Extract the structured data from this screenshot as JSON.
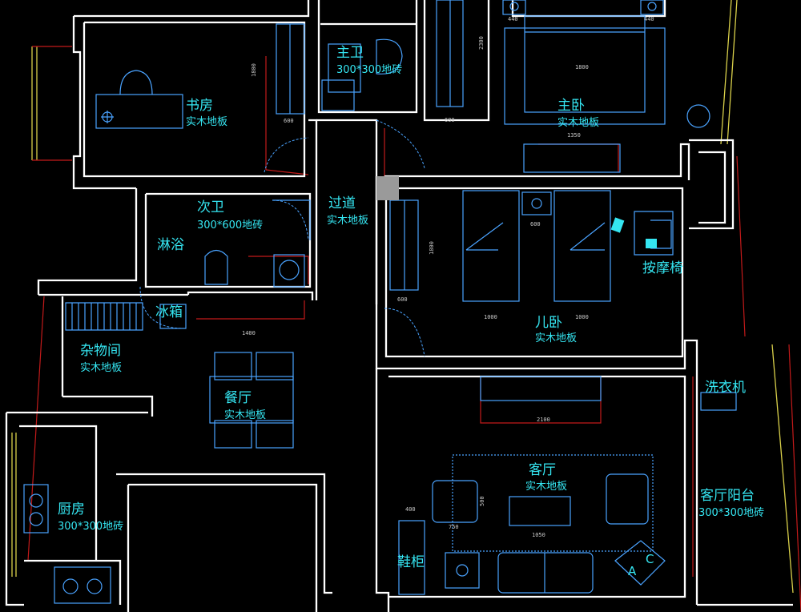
{
  "rooms": {
    "study": {
      "name": "书房",
      "floor": "实木地板"
    },
    "master_bath": {
      "name": "主卫",
      "floor": "300*300地砖"
    },
    "master_bedroom": {
      "name": "主卧",
      "floor": "实木地板"
    },
    "corridor": {
      "name": "过道",
      "floor": "实木地板"
    },
    "second_bath": {
      "name": "次卫",
      "floor": "300*600地砖",
      "shower": "淋浴"
    },
    "fridge": {
      "name": "冰箱"
    },
    "storage": {
      "name": "杂物间",
      "floor": "实木地板"
    },
    "dining": {
      "name": "餐厅",
      "floor": "实木地板"
    },
    "kitchen": {
      "name": "厨房",
      "floor": "300*300地砖"
    },
    "kids_room": {
      "name": "儿卧",
      "floor": "实木地板",
      "massage_chair": "按摩椅"
    },
    "laundry": {
      "name": "洗衣机"
    },
    "living": {
      "name": "客厅",
      "floor": "实木地板"
    },
    "living_balcony": {
      "name": "客厅阳台",
      "floor": "300*300地砖"
    },
    "shoe_cabinet": {
      "name": "鞋柜"
    }
  },
  "dimensions": {
    "study_wardrobe_w": "600",
    "study_wardrobe_h": "1800",
    "master_wardrobe_w": "600",
    "master_wardrobe_h": "2300",
    "master_nightstand_l": "440",
    "master_nightstand_r": "440",
    "master_bed_w": "1800",
    "master_tv_w": "1350",
    "kids_wardrobe_w": "600",
    "kids_wardrobe_h": "1800",
    "kids_bed_l": "1000",
    "kids_bed_r": "1000",
    "kids_nightstand": "600",
    "second_vanity": "1400",
    "living_tv_w": "2100",
    "coffee_table_w": "1050",
    "armchair_w": "750",
    "shoe_cabinet_w": "400",
    "side_table": "500"
  },
  "annotation_letters": [
    "A",
    "C"
  ],
  "colors": {
    "wall": "#ffffff",
    "label": "#35e6f2",
    "furniture": "#4aa3ff",
    "dimension": "#c9c9c9",
    "red_line": "#c21a1a",
    "window": "#d9d04a"
  }
}
